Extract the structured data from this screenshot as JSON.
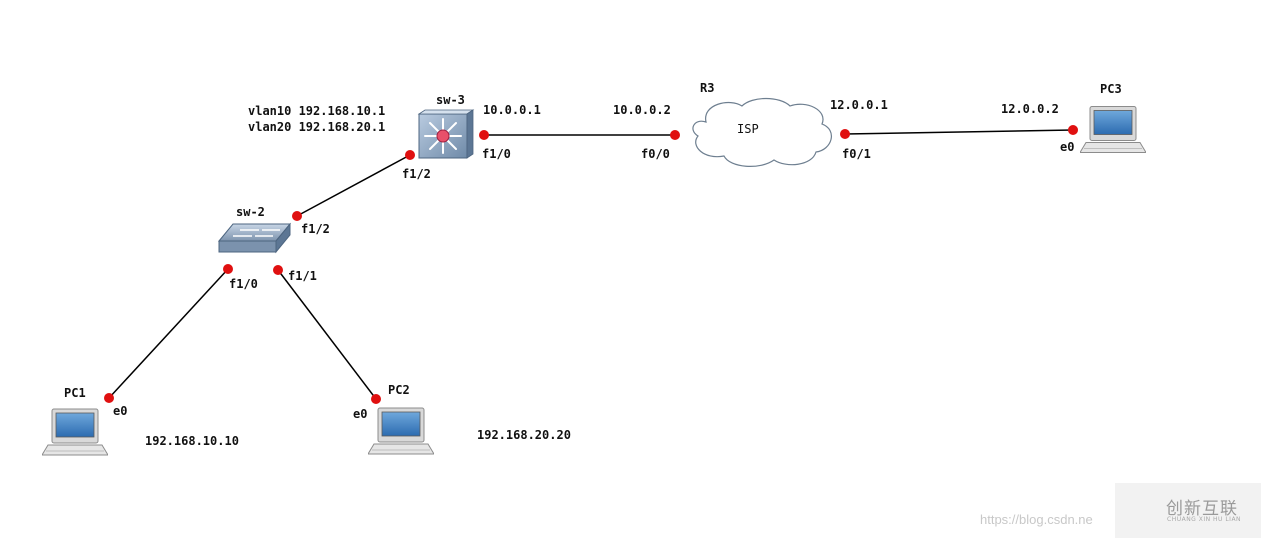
{
  "devices": {
    "sw3": {
      "name": "sw-3",
      "vlan10": "vlan10 192.168.10.1",
      "vlan20": "vlan20 192.168.20.1"
    },
    "sw2": {
      "name": "sw-2"
    },
    "r3": {
      "name": "R3",
      "cloud_label": "ISP"
    },
    "pc1": {
      "name": "PC1",
      "ip": "192.168.10.10"
    },
    "pc2": {
      "name": "PC2",
      "ip": "192.168.20.20"
    },
    "pc3": {
      "name": "PC3"
    }
  },
  "interfaces": {
    "sw3_f10": "f1/0",
    "sw3_f12": "f1/2",
    "sw3_ip": "10.0.0.1",
    "r3_f00": "f0/0",
    "r3_f00_ip": "10.0.0.2",
    "r3_f01": "f0/1",
    "r3_f01_ip": "12.0.0.1",
    "pc3_e0": "e0",
    "pc3_ip": "12.0.0.2",
    "sw2_f12": "f1/2",
    "sw2_f10": "f1/0",
    "sw2_f11": "f1/1",
    "pc1_e0": "e0",
    "pc2_e0": "e0"
  },
  "watermark": {
    "url": "https://blog.csdn.ne",
    "brand_cn": "创新互联",
    "brand_en": "CHUANG XIN HU LIAN"
  },
  "colors": {
    "link": "#000000",
    "port_dot": "#e01010",
    "screen": "#3d7fc4"
  }
}
